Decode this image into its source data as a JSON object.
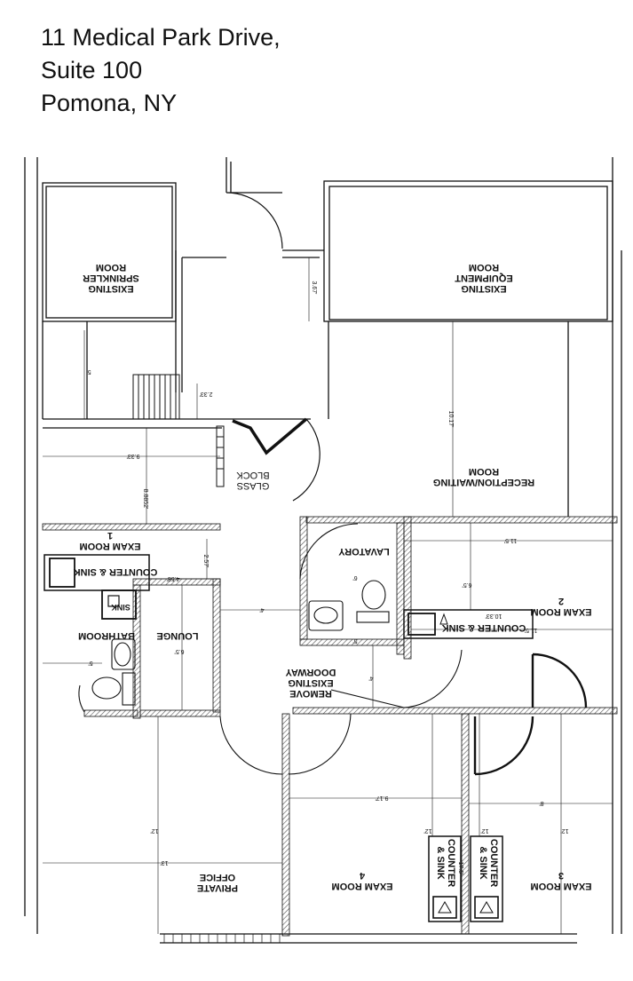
{
  "address": {
    "line1": "11 Medical Park Drive,",
    "line2": "Suite 100",
    "line3": "Pomona, NY"
  },
  "rooms": {
    "sprinkler": [
      "EXISTING",
      "SPRINKLER",
      "ROOM"
    ],
    "equipment": [
      "EXISTING",
      "EQUIPMENT",
      "ROOM"
    ],
    "reception": [
      "RECEPTION/WAITING",
      "ROOM"
    ],
    "glass_block": [
      "GLASS",
      "BLOCK"
    ],
    "exam1": [
      "EXAM ROOM",
      "1"
    ],
    "counter_sink_1": "COUNTER & SINK",
    "sink_small": "SINK",
    "bathroom": "BATHROOM",
    "lounge": "LOUNGE",
    "lavatory": "LAVATORY",
    "exam2": [
      "EXAM ROOM",
      "2"
    ],
    "counter_sink_2": "COUNTER & SINK",
    "remove_doorway": [
      "REMOVE",
      "EXISTING",
      "DOORWAY"
    ],
    "private_office": [
      "PRIVATE",
      "OFFICE"
    ],
    "exam4": [
      "EXAM ROOM",
      "4"
    ],
    "exam3": [
      "EXAM ROOM",
      "3"
    ],
    "counter_sink_4": [
      "COUNTER",
      "& SINK"
    ],
    "counter_sink_3": [
      "COUNTER",
      "& SINK"
    ]
  },
  "dimensions": {
    "d_3_67": "3.67'",
    "d_2_33": "2.33'",
    "d_5a": "5'",
    "d_9_33": "9.33'",
    "d_8_8852": "8.8852'",
    "d_10_17": "10.17'",
    "d_2_57": "2.57'",
    "d_4_58": "4.58'",
    "d_6_5a": "6.5'",
    "d_4": "4'",
    "d_6": "6'",
    "d_11_5": "11.5'",
    "d_6_5b": "6.5'",
    "d_10_33": "10.33'",
    "d_11_5b": "11.5'",
    "d_5b": "5'",
    "d_5c": "5'",
    "d_4b": "4'",
    "d_9_17": "9.17'",
    "d_8": "8'",
    "d_12a": "12'",
    "d_12b": "12'",
    "d_12c": "12'",
    "d_12d": "12'",
    "d_13": "13'",
    "d_17_5": "17.5'"
  },
  "colors": {
    "line": "#111111",
    "hatch": "#555555",
    "paper": "#ffffff"
  }
}
